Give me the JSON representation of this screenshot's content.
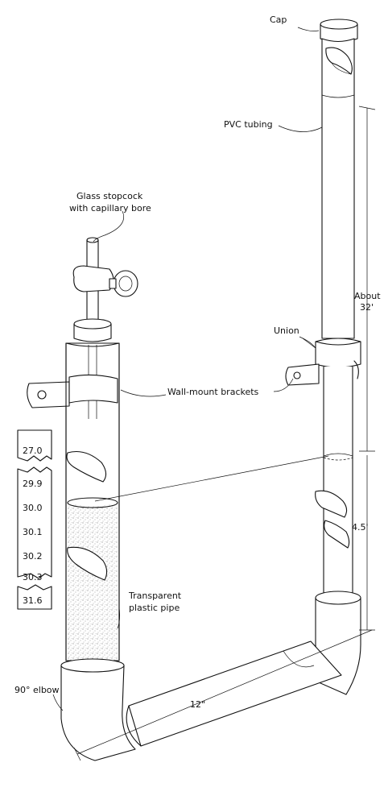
{
  "labels": {
    "cap": "Cap",
    "pvc_tubing": "PVC tubing",
    "stopcock_line1": "Glass stopcock",
    "stopcock_line2": "with capillary bore",
    "union": "Union",
    "wall_mount": "Wall-mount brackets",
    "about_line1": "About",
    "about_line2": "32'",
    "transparent_line1": "Transparent",
    "transparent_line2": "plastic pipe",
    "height_lower": "4.5'",
    "elbow": "90° elbow",
    "width": "12\""
  },
  "scale_card": {
    "marks": [
      "27.0",
      "29.9",
      "30.0",
      "30.1",
      "30.2",
      "30.3",
      "31.6"
    ]
  }
}
